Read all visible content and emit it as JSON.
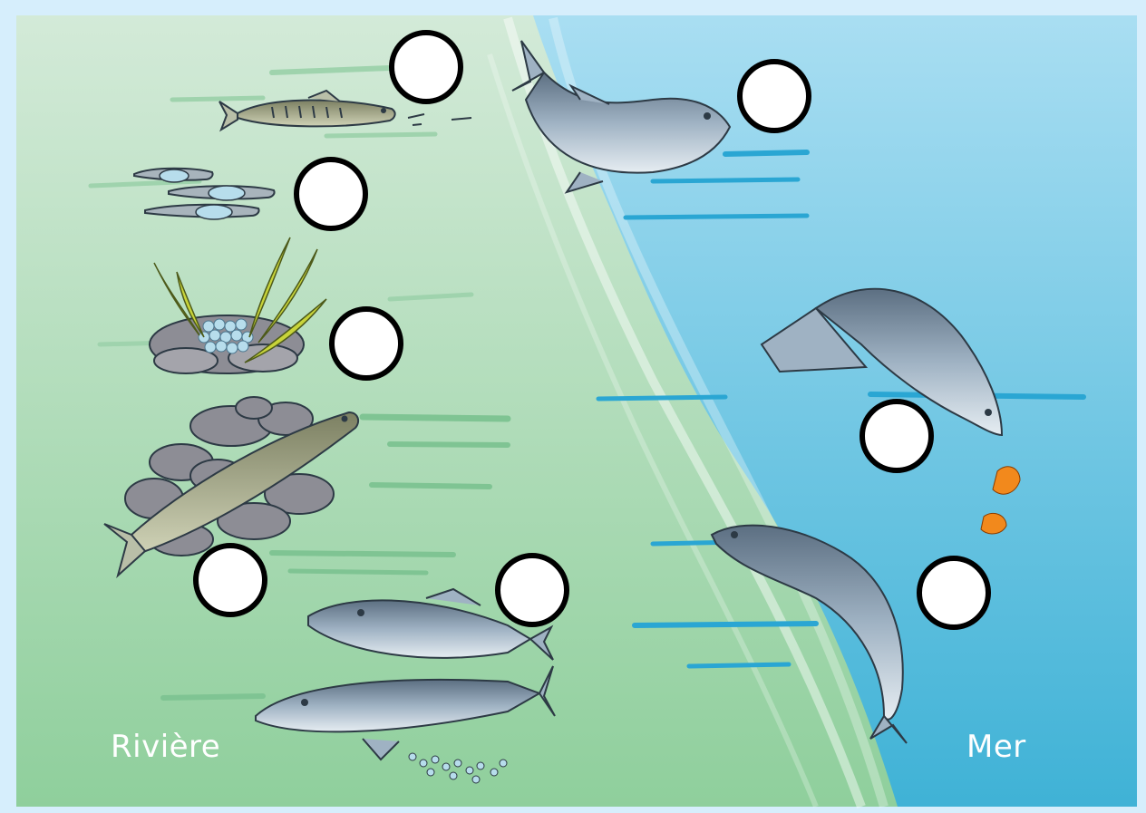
{
  "zones": {
    "river_label": "Rivière",
    "sea_label": "Mer"
  },
  "markers": [
    {
      "name": "marker-fry",
      "text": ""
    },
    {
      "name": "marker-smolt-sea",
      "text": ""
    },
    {
      "name": "marker-alevins",
      "text": ""
    },
    {
      "name": "marker-eggs",
      "text": ""
    },
    {
      "name": "marker-adult-sea",
      "text": ""
    },
    {
      "name": "marker-parr",
      "text": ""
    },
    {
      "name": "marker-spawning-pair",
      "text": ""
    },
    {
      "name": "marker-return-migration",
      "text": ""
    }
  ],
  "colors": {
    "border": "#d6eefc",
    "river_water": "#bfe1c6",
    "sea_water": "#6cc8e6",
    "marker_fill": "#ffffff",
    "marker_stroke": "#000000",
    "fish_body": "#8fa3b5",
    "fish_body_dark": "#5f7486",
    "parr_body": "#a4a88c",
    "egg": "#b7ddec",
    "stone": "#8d8d95",
    "weed": "#c8d43a",
    "krill": "#f2891c"
  }
}
